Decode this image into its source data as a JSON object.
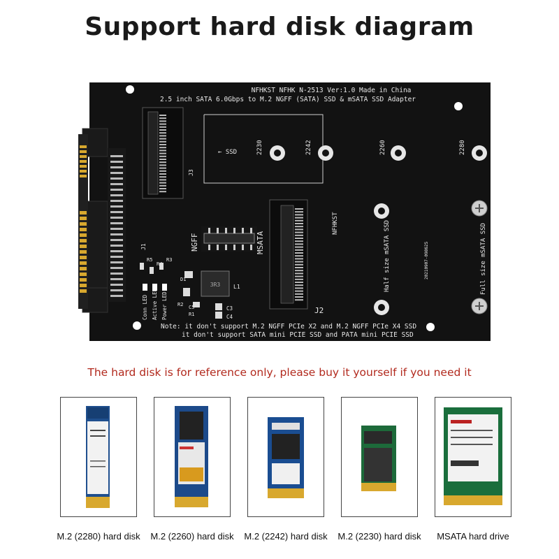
{
  "title": "Support hard disk diagram",
  "board": {
    "header_line1": "NFHKST NFHK N-2513 Ver:1.0 Made in China",
    "header_line2": "2.5 inch SATA 6.0Gbps to M.2 NGFF (SATA) SSD & mSATA SSD Adapter",
    "ssd_arrow": "SSD",
    "pos_2230": "2230",
    "pos_2242": "2242",
    "pos_2260": "2260",
    "pos_2280": "2280",
    "j3": "J3",
    "j1": "J1",
    "j2": "J2",
    "ngff": "NGFF",
    "msata": "MSATA",
    "half_size": "Half size mSATA SSD",
    "full_size": "Full size mSATA SSD",
    "brand_vertical": "NFHKST",
    "date_code": "20210907-098625",
    "led_conn": "Conn LED",
    "led_active": "Active LED",
    "led_power": "Power LED",
    "r5": "R5",
    "r4": "R4",
    "r3": "R3",
    "d1": "D1",
    "r2": "R2",
    "r1": "R1",
    "c5": "C5",
    "c3": "C3",
    "c4": "C4",
    "l1": "L1",
    "chip": "3R3",
    "note_line1": "Note: it don't support M.2 NGFF PCIe X2 and M.2 NGFF PCIe X4 SSD",
    "note_line2": "it don't support SATA mini PCIE SSD and PATA mini PCIE SSD"
  },
  "note": "The hard disk is for reference only, please buy it yourself if you need it",
  "drives": [
    {
      "label": "M.2 (2280) hard disk",
      "color": "#1f4f8e"
    },
    {
      "label": "M.2 (2260) hard disk",
      "color": "#1c4a8a"
    },
    {
      "label": "M.2 (2242) hard disk",
      "color": "#1a4d91"
    },
    {
      "label": "M.2 (2230) hard disk",
      "color": "#1d6a3a"
    },
    {
      "label": "MSATA hard drive",
      "color": "#1a6e3c"
    }
  ],
  "colors": {
    "pcb": "#111111",
    "gold": "#d8a82e",
    "note_red": "#b22a1e"
  }
}
